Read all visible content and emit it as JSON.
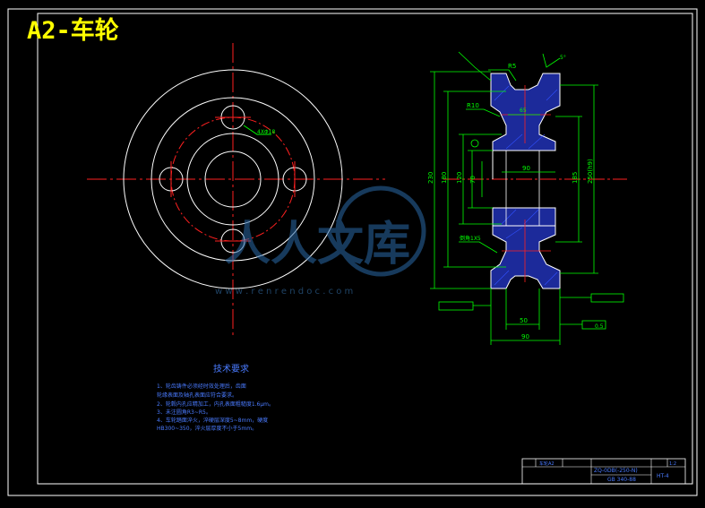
{
  "drawing": {
    "title": "A2-车轮",
    "tech_requirements": {
      "heading": "技术要求",
      "lines": [
        "1、轮齿铸件必须经时效处理后，齿面",
        "   轮缘表面及轴孔表面应符合要求。",
        "2、轮毂内孔应精加工，内孔表面粗糙度1.6μm。",
        "3、未注圆角R3~R5。",
        "4、车轮踏面淬火，淬硬层深度5~8mm，硬度",
        "   HB300~350，淬火层厚度不小于5mm。"
      ]
    },
    "watermark": {
      "text": "人人文库",
      "url": "w w w . r e n r e n d o c . c o m"
    },
    "dimensions": {
      "d230": "230",
      "d180": "180",
      "d120": "120",
      "d70": "70",
      "d185": "185",
      "d250": "250(h9)",
      "w90_top": "90",
      "w50": "50",
      "w90_bottom": "90",
      "r5": "R5",
      "r10": "R10",
      "d65": "65",
      "chamfer": "倒角1X5",
      "holes": "4XΦ18",
      "tol": "0.5",
      "angle": "5°"
    },
    "title_block": {
      "drawing_no": "ZQ-0DB(-250-N)",
      "part_name": "车轮A2",
      "scale": "1:2",
      "material": "HT-4",
      "standard": "GB 340-88"
    }
  }
}
